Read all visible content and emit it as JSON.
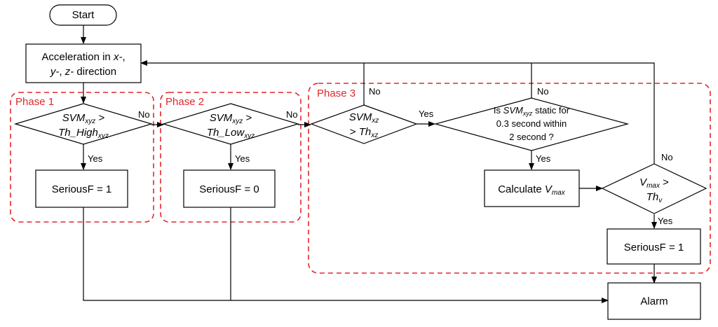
{
  "phases": {
    "phase1": "Phase 1",
    "phase2": "Phase 2",
    "phase3": "Phase 3"
  },
  "nodes": {
    "start": "Start",
    "accel_line1_prefix": "Acceleration in ",
    "accel_line1_italic": "x-",
    "accel_line1_suffix": ",",
    "accel_line2_italic_y": "y-",
    "accel_line2_sep": ", ",
    "accel_line2_italic_z": "z-",
    "accel_line2_suffix": " direction",
    "d1_svm": "SVM",
    "d1_svm_sub": "xyz",
    "d1_gt": " >",
    "d1_th": "Th_High",
    "d1_th_sub": "xyz",
    "d2_svm": "SVM",
    "d2_svm_sub": "xyz",
    "d2_gt": " >",
    "d2_th": "Th_Low",
    "d2_th_sub": "xyz",
    "d3_svm": "SVM",
    "d3_svm_sub": "xz",
    "d3_gt": "> ",
    "d3_th": "Th",
    "d3_th_sub": "xz",
    "d4_line1_prefix": "Is ",
    "d4_svm": "SVM",
    "d4_svm_sub": "xyz",
    "d4_line1_suffix": " static for",
    "d4_line2": "0.3 second within",
    "d4_line3": "2 second ?",
    "d5_v": "V",
    "d5_v_sub": "max",
    "d5_gt": " >",
    "d5_th": "Th",
    "d5_th_sub": "v",
    "serious1": "SeriousF = 1",
    "serious0": "SeriousF = 0",
    "calc_prefix": "Calculate ",
    "calc_v": "V",
    "calc_v_sub": "max",
    "serious3": "SeriousF = 1",
    "alarm": "Alarm"
  },
  "labels": {
    "yes": "Yes",
    "no": "No"
  },
  "colors": {
    "phase_border": "#e3262d",
    "line": "#000000",
    "background": "#ffffff"
  }
}
